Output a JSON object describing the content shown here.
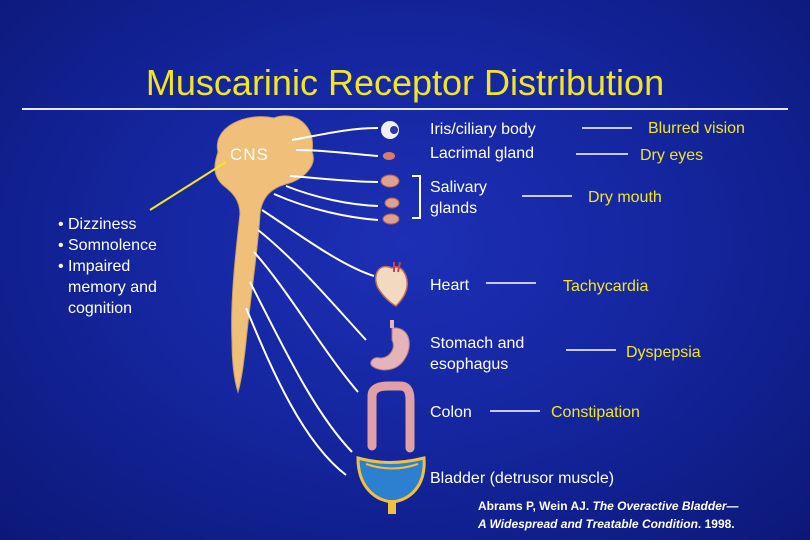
{
  "title": "Muscarinic Receptor Distribution",
  "cns": {
    "label": "CNS",
    "effects": [
      "Dizziness",
      "Somnolence",
      "Impaired\nmemory and\ncognition"
    ]
  },
  "organs": [
    {
      "label": "Iris/ciliary body",
      "effect": "Blurred vision"
    },
    {
      "label": "Lacrimal gland",
      "effect": "Dry eyes"
    },
    {
      "label": "Salivary\nglands",
      "effect": "Dry mouth"
    },
    {
      "label": "Heart",
      "effect": "Tachycardia"
    },
    {
      "label": "Stomach and\nesophagus",
      "effect": "Dyspepsia"
    },
    {
      "label": "Colon",
      "effect": "Constipation"
    },
    {
      "label": "Bladder (detrusor muscle)",
      "effect": ""
    }
  ],
  "citation": {
    "authors": "Abrams P, Wein AJ. ",
    "title": "The Overactive Bladder—",
    "line2_title": "A Widespread and Treatable Condition",
    "line2_rest": ". 1998."
  },
  "colors": {
    "background": "#1526a0",
    "title": "#f2e624",
    "effect_text": "#f2e624",
    "nerve": "#f0c07a",
    "connector": "#ffffff"
  },
  "icons": [
    "eye-icon",
    "lacrimal-gland-icon",
    "salivary-gland-icon",
    "heart-icon",
    "stomach-icon",
    "colon-icon",
    "bladder-icon"
  ]
}
